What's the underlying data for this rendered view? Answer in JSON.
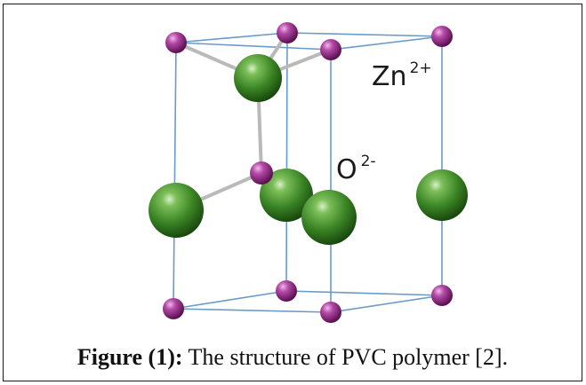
{
  "labels": {
    "zinc_ion": {
      "symbol": "Zn",
      "charge": "2+"
    },
    "oxygen_ion": {
      "symbol": "O",
      "charge": "2-"
    }
  },
  "caption": {
    "prefix": "Figure (1):",
    "text": " The structure of PVC polymer [2]."
  },
  "colors": {
    "zn_atom": "#9b2a8e",
    "o_atom": "#3d8a2a",
    "cell_edge": "#6a9ac8",
    "bond": "#b9b9b9"
  }
}
